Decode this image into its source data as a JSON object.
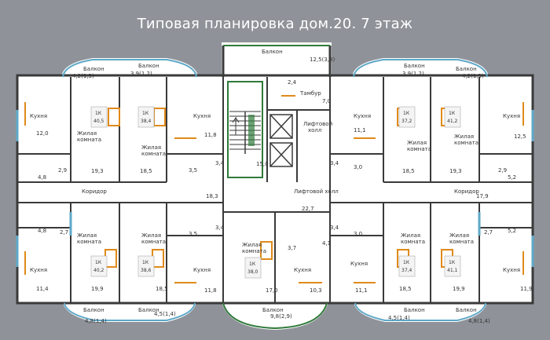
{
  "title": "Типовая планировка дом.20. 7 этаж",
  "colors": {
    "background": "#8f9399",
    "plan": "#ffffff",
    "wall": "#3a3a3a",
    "balcony": "#2f7a3a",
    "furniture": "#e08a1a",
    "glass": "#5ea8c8",
    "text": "#ffffff"
  },
  "labels": {
    "balcony": "Балкон",
    "kitchen": "Кухня",
    "living_room_line1": "Жилая",
    "living_room_line2": "комната",
    "corridor": "Коридор",
    "lift_hall": "Лифтовой холл",
    "lift_hall_small_line1": "Лифтовой",
    "lift_hall_small_line2": "холл",
    "tambur": "Тамбур"
  },
  "balconies": {
    "top_left_a": "4,2(1,3)",
    "top_left_b": "3,9(1,2)",
    "top_center": "12,5(3,8)",
    "top_right_a": "3,9(1,2)",
    "top_right_b": "4,2(1,3)",
    "bottom_left_a": "4,8(1,4)",
    "bottom_left_b": "4,5(1,4)",
    "bottom_center": "9,8(2,9)",
    "bottom_right_a": "4,5(1,4)",
    "bottom_right_b": "4,8(1,4)"
  },
  "apartments": {
    "tl1": {
      "type": "1К",
      "area": "40,5"
    },
    "tl2": {
      "type": "1К",
      "area": "38,4"
    },
    "tr1": {
      "type": "1К",
      "area": "37,2"
    },
    "tr2": {
      "type": "1К",
      "area": "41,2"
    },
    "bl1": {
      "type": "1К",
      "area": "40,2"
    },
    "bl2": {
      "type": "1К",
      "area": "38,6"
    },
    "bc": {
      "type": "1К",
      "area": "38,0"
    },
    "br1": {
      "type": "1К",
      "area": "37,4"
    },
    "br2": {
      "type": "1К",
      "area": "41,1"
    }
  },
  "room_areas": {
    "t_kitchen_l1": "12,0",
    "t_kitchen_l2": "11,8",
    "t_kitchen_r1": "11,1",
    "t_kitchen_r2": "12,5",
    "t_living_l1": "19,3",
    "t_living_l2": "18,5",
    "t_living_r1": "18,5",
    "t_living_r2": "19,3",
    "t_bath_l1": "2,9",
    "t_bath_l2": "3,5",
    "t_bath_l3": "3,4",
    "t_bath_r1": "3,4",
    "t_bath_r2": "3,0",
    "t_bath_r3": "2,9",
    "stair_top": "2,4",
    "tambur": "7,0",
    "stair_15": "15,0",
    "side_left": "4,8",
    "side_right": "5,2",
    "corridor_left": "18,3",
    "lift_hall": "22,7",
    "corridor_right": "17,9",
    "b_bath_l1": "4,8",
    "b_bath_l2": "2,7",
    "b_bath_l3": "3,5",
    "b_bath_l4": "3,4",
    "b_bath_c1": "3,7",
    "b_bath_c2": "4,1",
    "b_bath_r1": "3,4",
    "b_bath_r2": "3,0",
    "b_bath_r3": "2,7",
    "b_bath_r4": "5,2",
    "b_living_l1": "19,9",
    "b_living_l2": "18,5",
    "b_living_r1": "18,5",
    "b_living_r2": "19,9",
    "b_living_c": "17,0",
    "b_kitchen_l1": "11,4",
    "b_kitchen_l2": "11,8",
    "b_kitchen_c": "10,3",
    "b_kitchen_r1": "11,1",
    "b_kitchen_r2": "11,9"
  }
}
